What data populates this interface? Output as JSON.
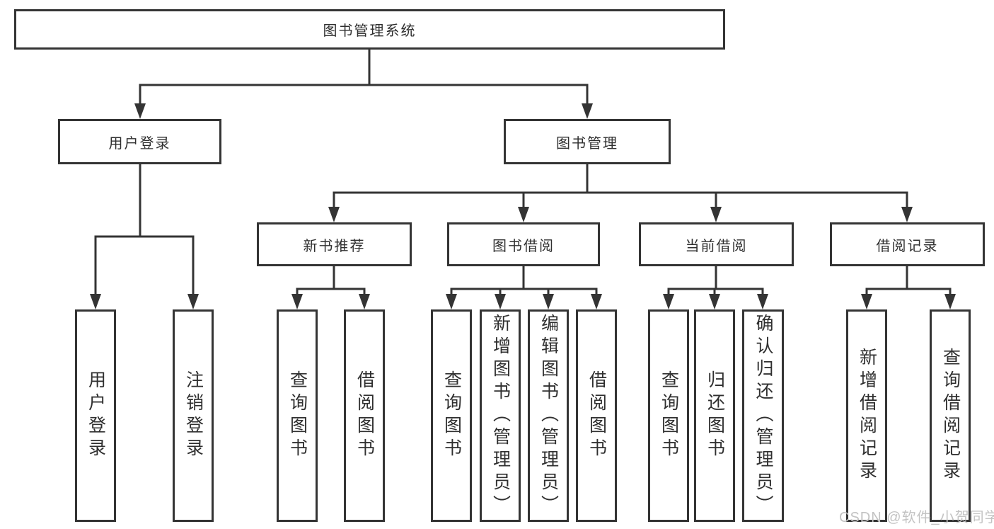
{
  "diagram_type": "hierarchy-tree",
  "tree": {
    "label": "图书管理系统",
    "children": [
      {
        "label": "用户登录",
        "children": [
          {
            "label": "用户登录"
          },
          {
            "label": "注销登录"
          }
        ]
      },
      {
        "label": "图书管理",
        "children": [
          {
            "label": "新书推荐",
            "children": [
              {
                "label": "查询图书"
              },
              {
                "label": "借阅图书"
              }
            ]
          },
          {
            "label": "图书借阅",
            "children": [
              {
                "label": "查询图书"
              },
              {
                "label": "新增图书（管理员）"
              },
              {
                "label": "编辑图书（管理员）"
              },
              {
                "label": "借阅图书"
              }
            ]
          },
          {
            "label": "当前借阅",
            "children": [
              {
                "label": "查询图书"
              },
              {
                "label": "归还图书"
              },
              {
                "label": "确认归还（管理员）"
              }
            ]
          },
          {
            "label": "借阅记录",
            "children": [
              {
                "label": "新增借阅记录"
              },
              {
                "label": "查询借阅记录"
              }
            ]
          }
        ]
      }
    ]
  },
  "watermark": {
    "text": "CSDN @软件_小贺同学",
    "color": "#c3c3c3"
  },
  "colors": {
    "line": "#343434",
    "box_fill": "#ffffff",
    "text": "#2f2f2f"
  }
}
